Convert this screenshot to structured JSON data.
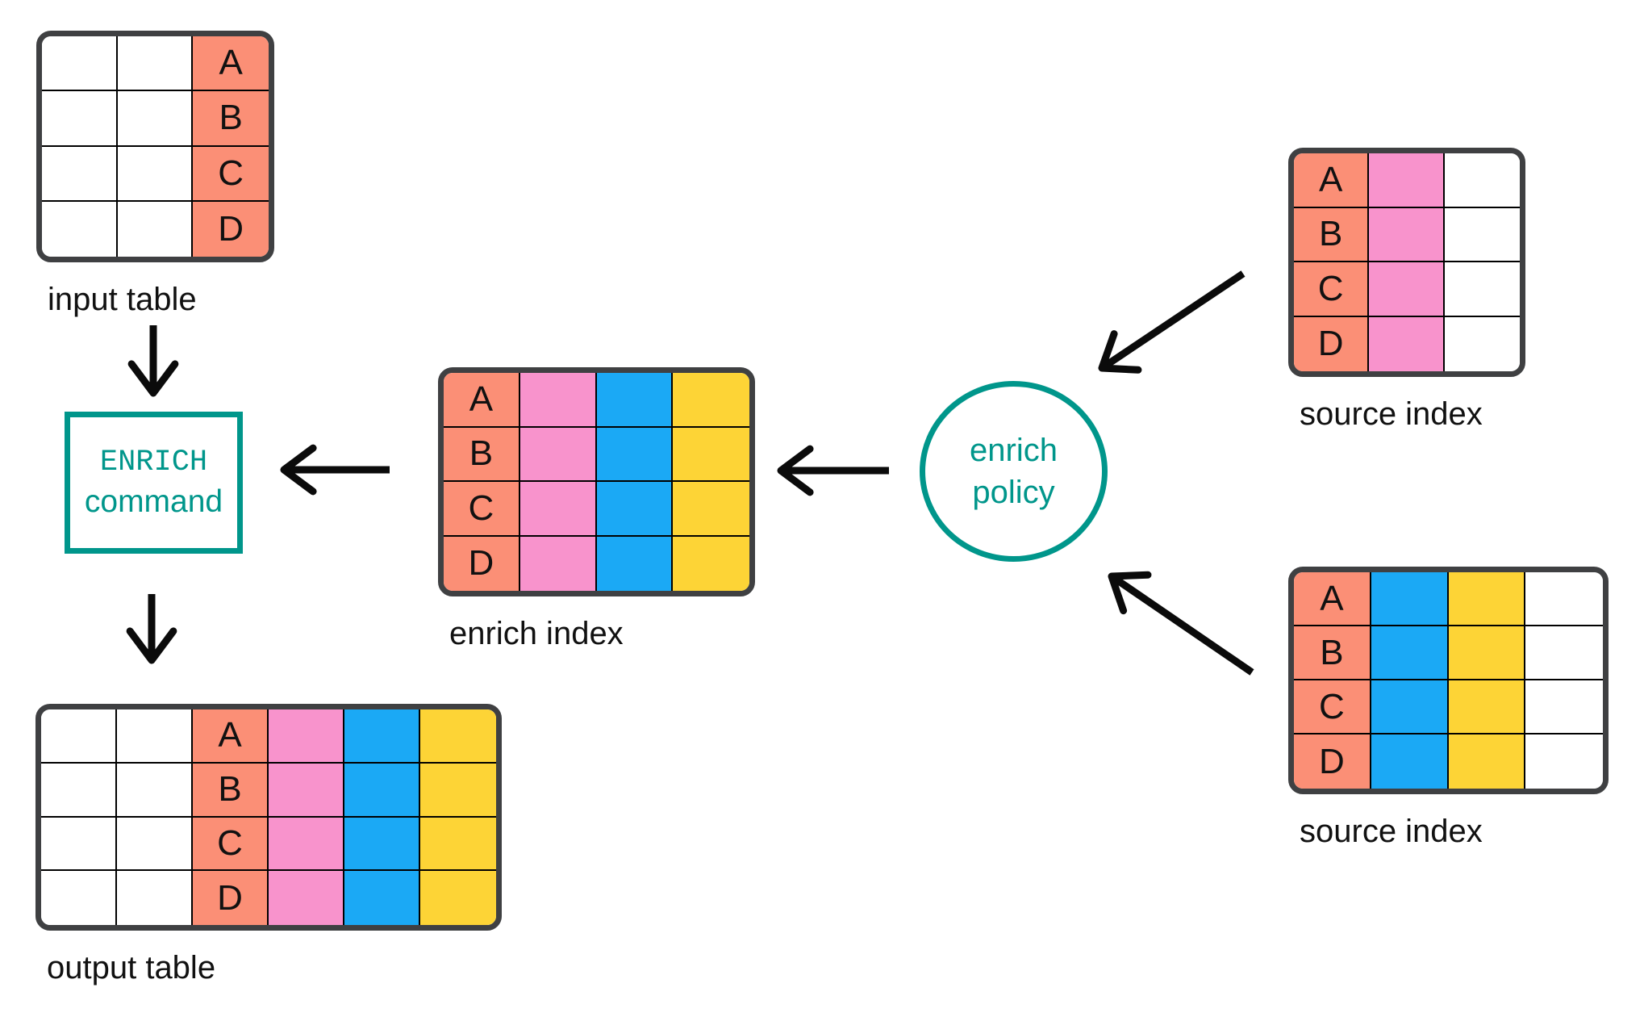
{
  "colors": {
    "salmon": "#FB8F76",
    "pink": "#F893CC",
    "blue": "#1BA9F5",
    "yellow": "#FDD436",
    "white": "#FFFFFF",
    "teal": "#00968B",
    "table_border": "#3F4042",
    "arrow": "#0B0B0B",
    "text": "#111111"
  },
  "nodes": {
    "enrich_command": {
      "line1": "ENRICH",
      "line2": "command"
    },
    "enrich_policy": {
      "line1": "enrich",
      "line2": "policy"
    }
  },
  "tables": {
    "input": {
      "label": "input table",
      "letters": [
        "A",
        "B",
        "C",
        "D"
      ],
      "letter_column": 2,
      "columns": [
        "white",
        "white",
        "salmon"
      ]
    },
    "enrich_index": {
      "label": "enrich index",
      "letters": [
        "A",
        "B",
        "C",
        "D"
      ],
      "letter_column": 0,
      "columns": [
        "salmon",
        "pink",
        "blue",
        "yellow"
      ]
    },
    "source_top": {
      "label": "source index",
      "letters": [
        "A",
        "B",
        "C",
        "D"
      ],
      "letter_column": 0,
      "columns": [
        "salmon",
        "pink",
        "white"
      ]
    },
    "source_bottom": {
      "label": "source index",
      "letters": [
        "A",
        "B",
        "C",
        "D"
      ],
      "letter_column": 0,
      "columns": [
        "salmon",
        "blue",
        "yellow",
        "white"
      ]
    },
    "output": {
      "label": "output table",
      "letters": [
        "A",
        "B",
        "C",
        "D"
      ],
      "letter_column": 2,
      "columns": [
        "white",
        "white",
        "salmon",
        "pink",
        "blue",
        "yellow"
      ]
    }
  }
}
